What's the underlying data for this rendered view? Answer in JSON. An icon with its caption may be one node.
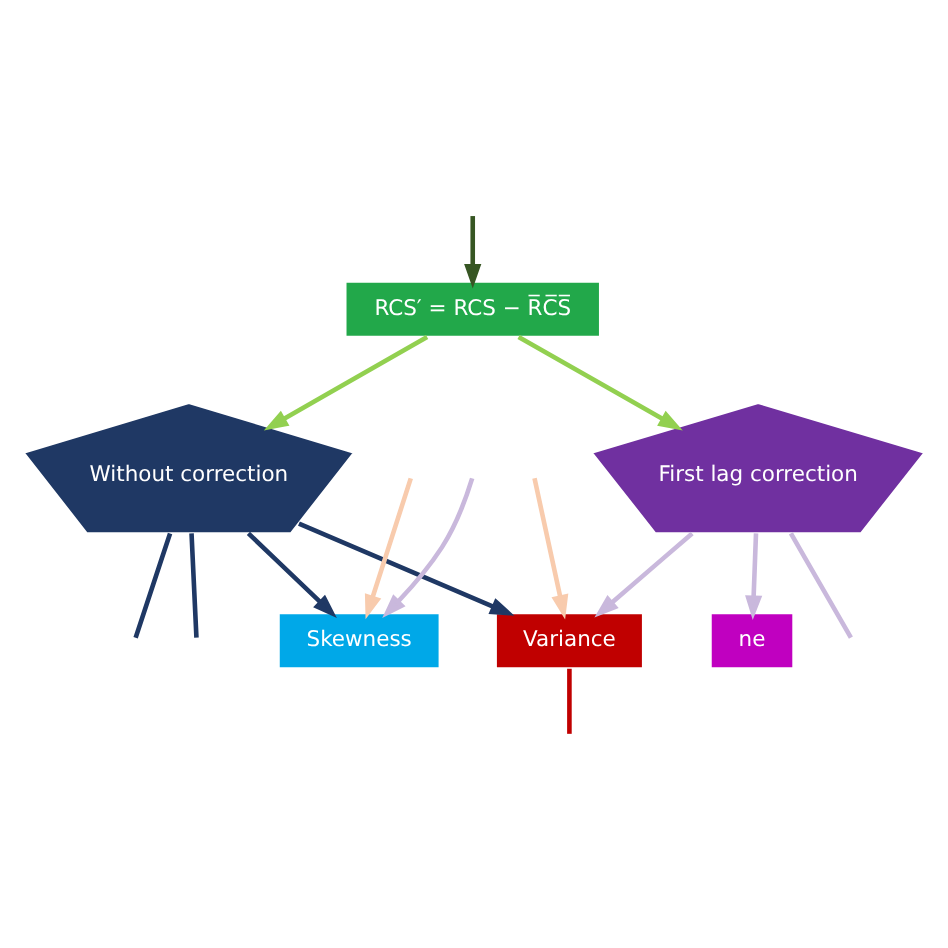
{
  "diagram": {
    "nodes": [
      {
        "text": [
          "RCS′ = RCS − R̅C̅S̅"
        ]
      },
      {
        "text": [
          "Without correction"
        ]
      },
      {
        "text": [
          "Variance"
        ]
      },
      {
        "text": [
          "First lag correction"
        ]
      },
      {
        "text": [
          "ne"
        ]
      },
      {
        "text": [
          "Skewness"
        ]
      }
    ],
    "edges": [
      {
        "from": null,
        "to": 0,
        "arrow": "to",
        "color": "#375623"
      },
      {
        "from": 0,
        "to": 1,
        "arrow": "to",
        "color": "#92d050"
      },
      {
        "from": 0,
        "to": 3,
        "arrow": "to",
        "color": "#92d050"
      },
      {
        "from": 1,
        "to": 2,
        "arrow": "to",
        "color": "#1f3864"
      },
      {
        "from": 1,
        "to": null,
        "arrow": "none",
        "color": "#1f3864"
      },
      {
        "from": 1,
        "to": null,
        "arrow": "none",
        "color": "#1f3864"
      },
      {
        "from": 1,
        "to": 5,
        "arrow": "to",
        "color": "#1f3864"
      },
      {
        "from": 3,
        "to": 2,
        "arrow": "to",
        "color": "#c9b8dc"
      },
      {
        "from": 3,
        "to": 4,
        "arrow": "to",
        "color": "#c9b8dc"
      },
      {
        "from": 3,
        "to": null,
        "arrow": "none",
        "color": "#c9b8dc"
      },
      {
        "from": null,
        "to": 5,
        "arrow": "to",
        "color": "#c9b8dc"
      },
      {
        "from": null,
        "to": 2,
        "arrow": "to",
        "color": "#f8cbad"
      },
      {
        "from": null,
        "to": 5,
        "arrow": "to",
        "color": "#f8cbad"
      },
      {
        "from": 2,
        "to": null,
        "arrow": "none",
        "color": "#c00000"
      }
    ]
  }
}
